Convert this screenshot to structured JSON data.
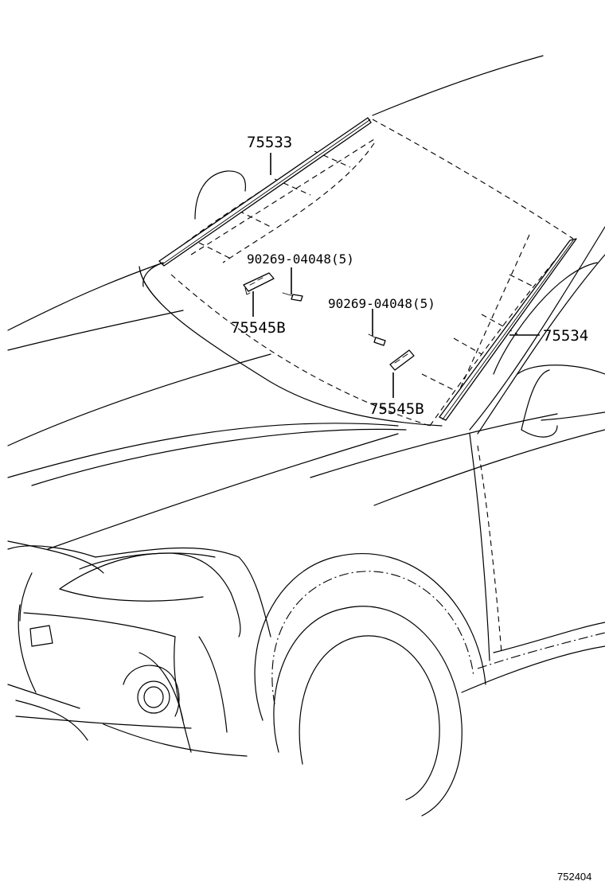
{
  "callouts": {
    "roof_molding": "75533",
    "pillar_molding": "75534",
    "clip_left": "75545B",
    "clip_right": "75545B",
    "screw_left": "90269-04048(5)",
    "screw_right": "90269-04048(5)"
  },
  "reference_number": "752404"
}
